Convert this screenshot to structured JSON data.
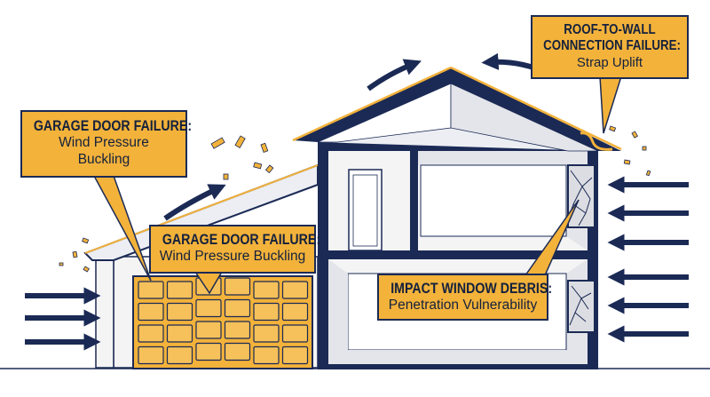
{
  "colors": {
    "navy": "#1b2a55",
    "orange": "#f3b23a",
    "wall": "#f4f4f5",
    "roof_face": "#eceef3",
    "window_glass": "#dcdde2"
  },
  "callouts": {
    "garage_left": {
      "title": "GARAGE DOOR FAILURE:",
      "subtitle": "Wind Pressure Buckling"
    },
    "garage_center": {
      "title": "GARAGE DOOR FAILURE:",
      "subtitle": "Wind Pressure Buckling"
    },
    "roof": {
      "title_line1": "ROOF-TO-WALL",
      "title_line2": "CONNECTION FAILURE:",
      "subtitle": "Strap Uplift"
    },
    "window": {
      "title": "IMPACT WINDOW DEBRIS:",
      "subtitle": "Penetration Vulnerability"
    }
  },
  "icons": {
    "wind_arrow": "wind-arrow-icon",
    "uplift_arrow": "uplift-arrow-icon",
    "debris": "debris-fragment-icon",
    "cracked_glass": "cracked-glass-icon"
  }
}
